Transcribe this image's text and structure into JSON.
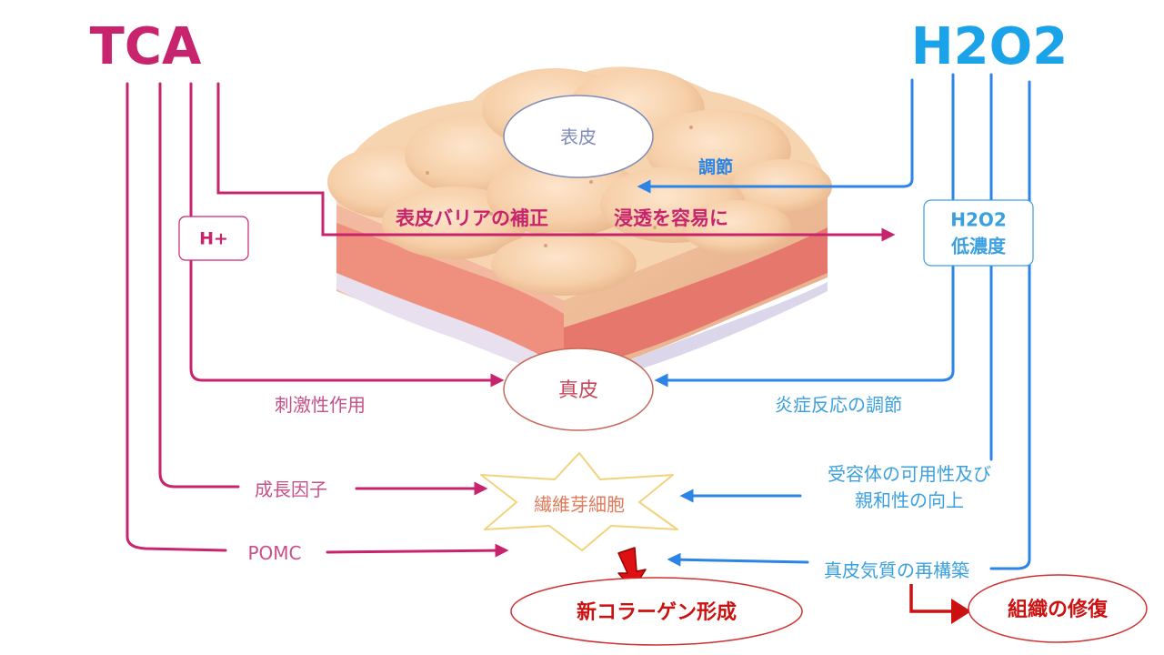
{
  "titles": {
    "left": "TCA",
    "right": "H2O2"
  },
  "colors": {
    "tca": "#c8246e",
    "tca_text": "#c8508a",
    "h2o2": "#2b84e6",
    "h2o2_title": "#1aa3e8",
    "h2o2_text": "#3aa0e0",
    "red": "#cc1111",
    "fibro_text": "#e07a5a"
  },
  "skin": {
    "epidermis": "表皮",
    "dermis": "真皮",
    "fibroblast": "繊維芽細胞",
    "new_collagen": "新コラーゲン形成",
    "tissue_repair": "組織の修復"
  },
  "labels": {
    "h_plus": "H+",
    "h2o2_box_line1": "H2O2",
    "h2o2_box_line2": "低濃度",
    "barrier": "表皮バリアの補正",
    "penetration": "浸透を容易に",
    "regulation": "調節",
    "irritation": "刺激性作用",
    "inflammation": "炎症反応の調節",
    "growth_factor": "成長因子",
    "pomc": "POMC",
    "receptor_line1": "受容体の可用性及び",
    "receptor_line2": "親和性の向上",
    "matrix": "真皮気質の再構築"
  }
}
